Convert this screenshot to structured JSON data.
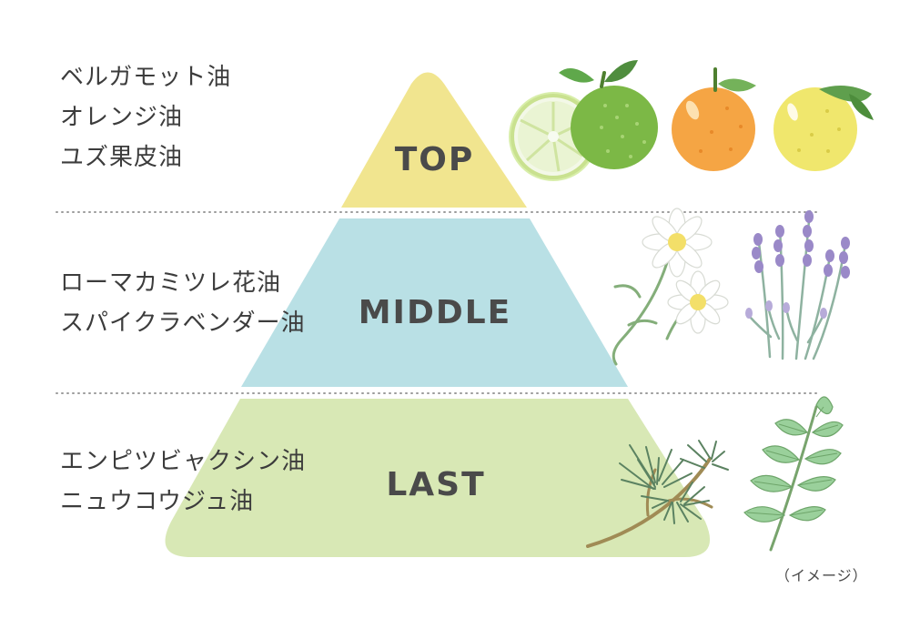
{
  "notes": {
    "top": [
      "ベルガモット油",
      "オレンジ油",
      "ユズ果皮油"
    ],
    "middle": [
      "ローマカミツレ花油",
      "スパイクラベンダー油"
    ],
    "last": [
      "エンピツビャクシン油",
      "ニュウコウジュ油"
    ]
  },
  "tiers": {
    "top": "TOP",
    "middle": "MIDDLE",
    "last": "LAST"
  },
  "caption": "（イメージ）",
  "colors": {
    "top": "#f1e58f",
    "middle": "#b9e0e5",
    "last": "#d8e8b5",
    "dotted_line": "#9b9b9b",
    "text": "#4a4a4a"
  },
  "icons": [
    "lime-icon",
    "yuzu-green-icon",
    "orange-icon",
    "yuzu-yellow-icon",
    "chamomile-icon",
    "lavender-icon",
    "juniper-branch-icon",
    "leaf-sprig-icon"
  ]
}
